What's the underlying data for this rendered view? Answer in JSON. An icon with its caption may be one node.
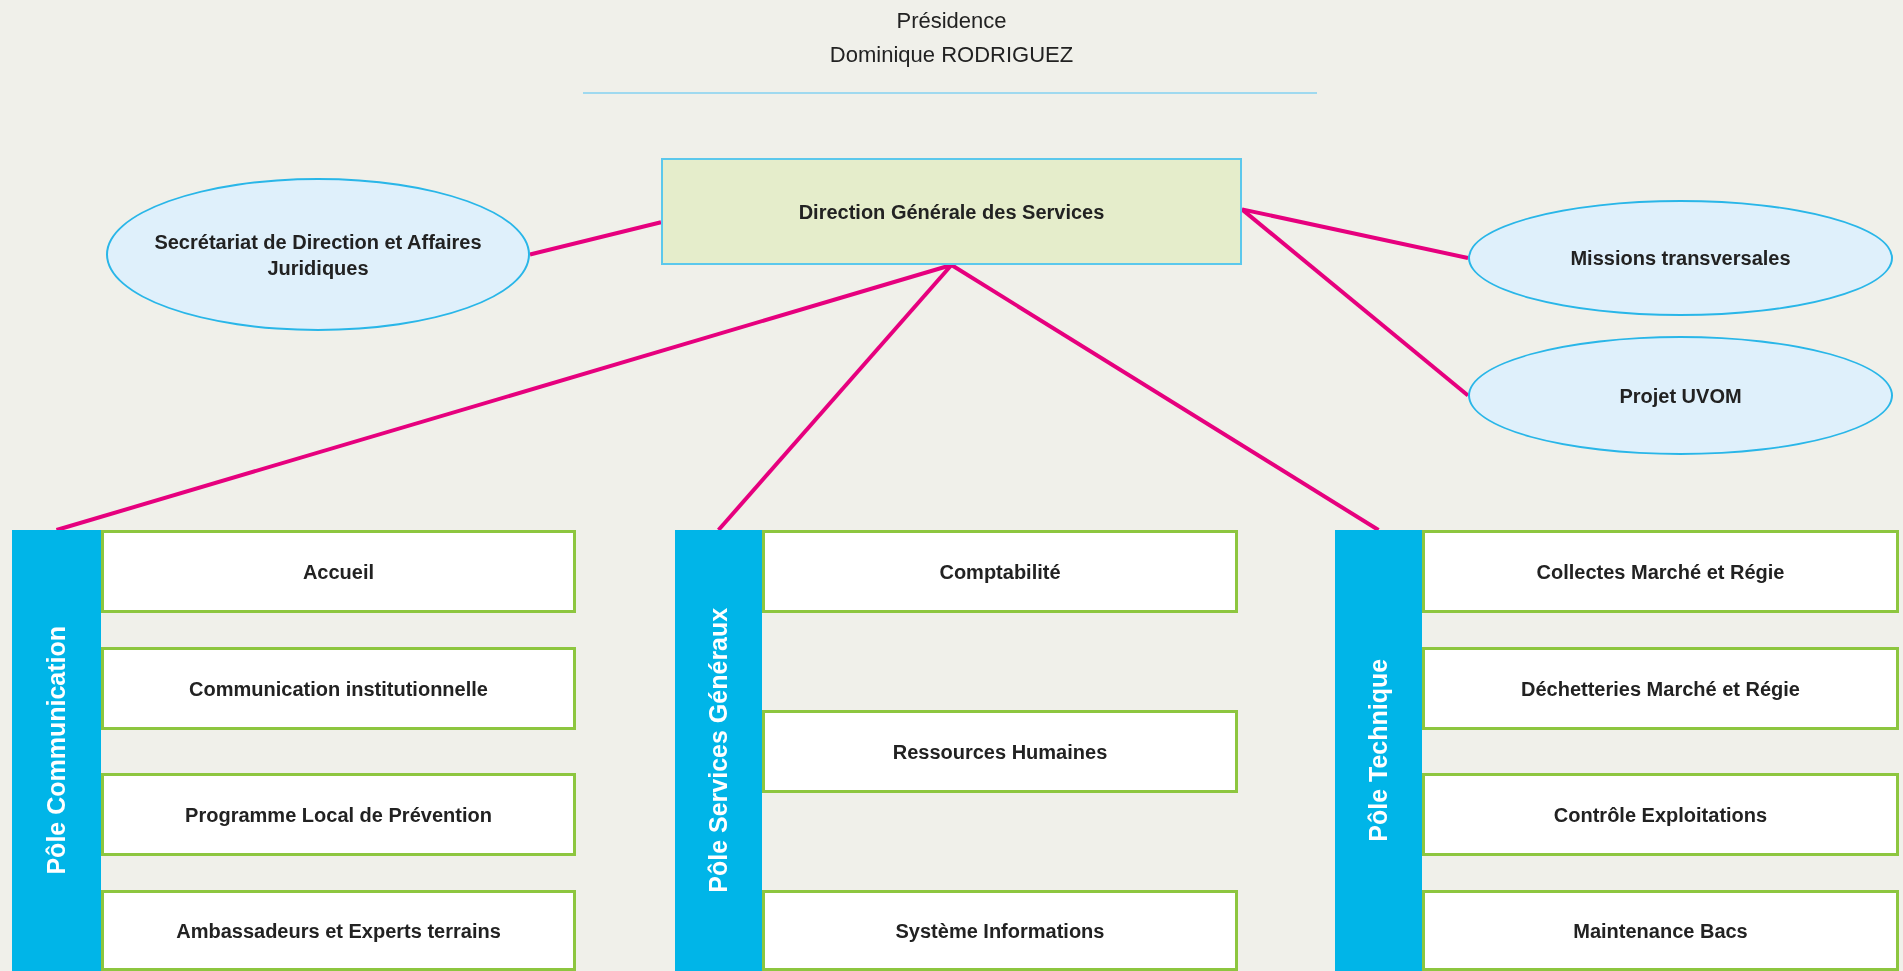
{
  "diagram": {
    "nodes": [
      {
        "text": [
          "Direction Générale des Services"
        ]
      },
      {
        "text": [
          "Secrétariat de Direction et Affaires Juridiques"
        ]
      },
      {
        "text": [
          "Missions transversales"
        ]
      },
      {
        "text": [
          "Projet UVOM"
        ]
      },
      {
        "text": [
          "Pôle Communication"
        ]
      },
      {
        "text": [
          "Accueil"
        ]
      },
      {
        "text": [
          "Communication institutionnelle"
        ]
      },
      {
        "text": [
          "Programme Local de Prévention"
        ]
      },
      {
        "text": [
          "Ambassadeurs et Experts terrains"
        ]
      },
      {
        "text": [
          "Pôle Services Généraux"
        ]
      },
      {
        "text": [
          "Comptabilité"
        ]
      },
      {
        "text": [
          "Ressources Humaines"
        ]
      },
      {
        "text": [
          "Système Informations"
        ]
      },
      {
        "text": [
          "Pôle Technique"
        ]
      },
      {
        "text": [
          "Collectes Marché et Régie"
        ]
      },
      {
        "text": [
          "Déchetteries Marché et Régie"
        ]
      },
      {
        "text": [
          "Contrôle Exploitations"
        ]
      },
      {
        "text": [
          "Maintenance Bacs"
        ]
      }
    ],
    "edges": [
      {
        "from": 0,
        "to": 1,
        "arrow": "none"
      },
      {
        "from": 0,
        "to": 2,
        "arrow": "none"
      },
      {
        "from": 0,
        "to": 3,
        "arrow": "none"
      },
      {
        "from": 0,
        "to": 4,
        "arrow": "none"
      },
      {
        "from": 0,
        "to": 9,
        "arrow": "none"
      },
      {
        "from": 0,
        "to": 13,
        "arrow": "none"
      }
    ],
    "labels": [
      "Présidence",
      "Dominique RODRIGUEZ"
    ]
  }
}
